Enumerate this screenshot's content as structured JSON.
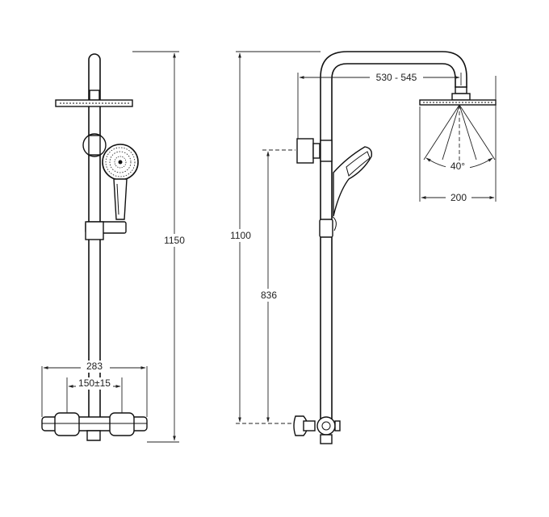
{
  "front_view": {
    "height_label": "1150",
    "width_label": "283",
    "spacing_label": "150±15"
  },
  "side_view": {
    "height_label": "1100",
    "bracket_height_label": "836",
    "reach_label": "530 - 545",
    "spray_angle_label": "40°",
    "head_diameter_label": "200"
  },
  "colors": {
    "line": "#111111",
    "background": "#ffffff"
  }
}
